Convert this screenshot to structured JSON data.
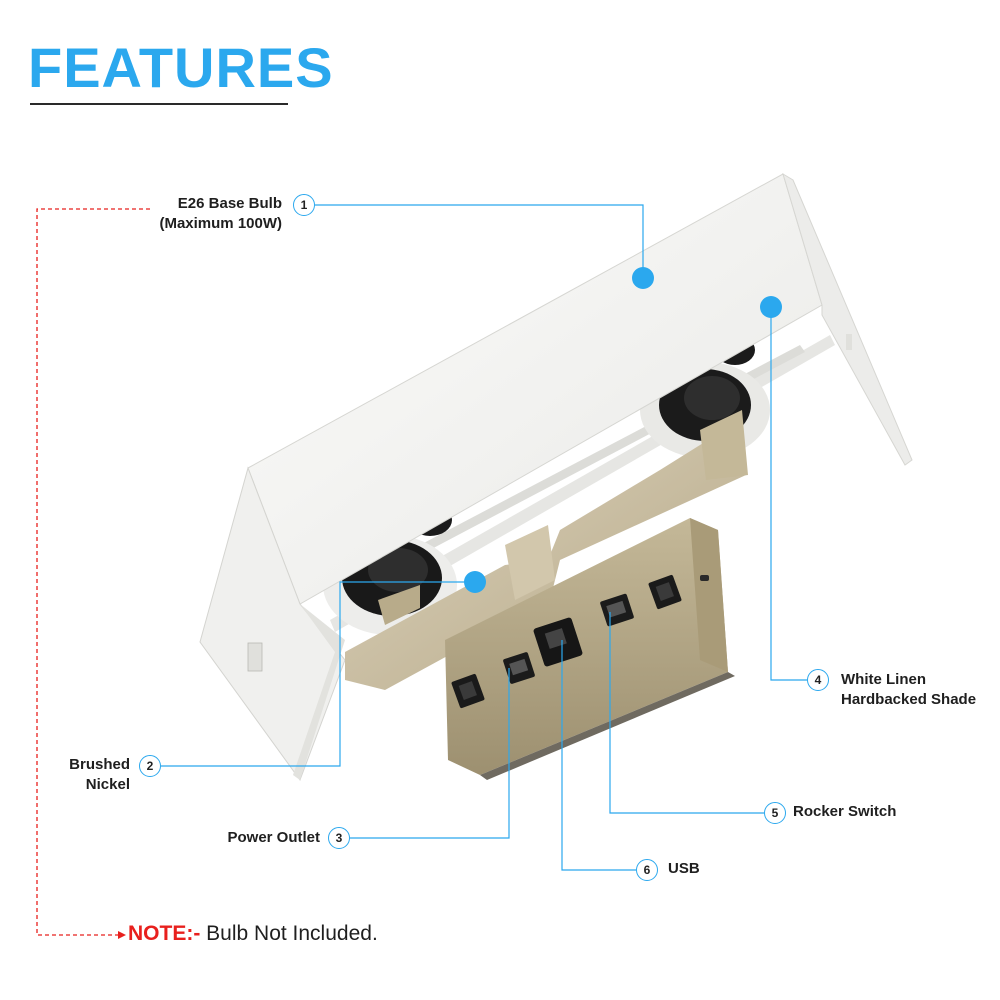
{
  "title": "FEATURES",
  "callouts": [
    {
      "number": "1",
      "line1": "E26 Base Bulb",
      "line2": "(Maximum 100W)"
    },
    {
      "number": "2",
      "line1": "Brushed",
      "line2": "Nickel"
    },
    {
      "number": "3",
      "line1": "Power Outlet"
    },
    {
      "number": "4",
      "line1": "White Linen",
      "line2": "Hardbacked Shade"
    },
    {
      "number": "5",
      "line1": "Rocker Switch"
    },
    {
      "number": "6",
      "line1": "USB"
    }
  ],
  "note": {
    "key": "NOTE:-",
    "text": " Bulb Not Included."
  },
  "colors": {
    "accent": "#2ba8ee",
    "note_key": "#e8201d",
    "note_line": "#e8201d",
    "nickel": "#c9bda0",
    "shade": "#f4f4f2"
  }
}
